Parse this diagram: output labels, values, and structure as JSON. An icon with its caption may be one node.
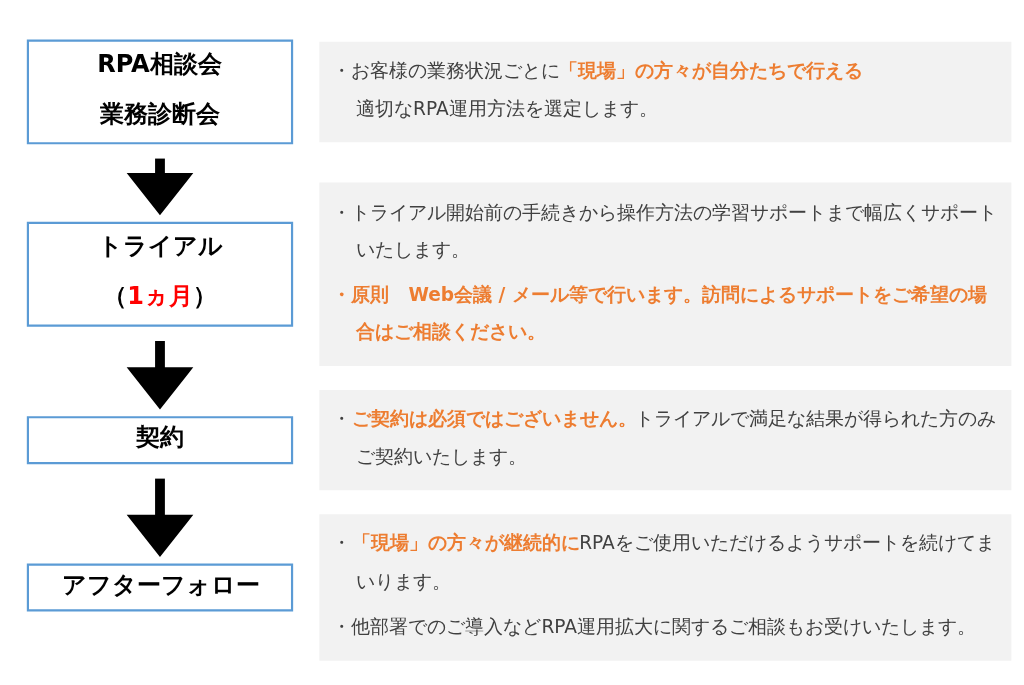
{
  "diagram": {
    "nodes": [
      {
        "text": [
          "RPA相談会",
          "業務診断会"
        ]
      },
      {
        "text": [
          "・お客様の業務状況ごとに**「現場」の方々が自分たちで行える**適切なRPA運用方法を選定します。"
        ]
      },
      {
        "text": [
          "トライアル",
          "（**1ヵ月**）"
        ]
      },
      {
        "text": [
          "・トライアル開始前の手続きから操作方法の学習サポートまで幅広くサポートいたします。",
          "・原則　Web会議 / メール等で行います。訪問によるサポートをご希望の場合はご相談ください。"
        ]
      },
      {
        "text": [
          "契約"
        ]
      },
      {
        "text": [
          "・**ご契約は必須ではございません。**トライアルで満足な結果が得られた方のみご契約いたします。"
        ]
      },
      {
        "text": [
          "アフターフォロー"
        ]
      },
      {
        "text": [
          "・**「現場」の方々が継続的に**RPAをご使用いただけるようサポートを続けてまいります。",
          "・他部署でのご導入などRPA運用拡大に関するご相談もお受けいたします。"
        ]
      }
    ],
    "edges": [
      {
        "from": 0,
        "to": 2,
        "arrow": "to"
      },
      {
        "from": 2,
        "to": 4,
        "arrow": "to"
      },
      {
        "from": 4,
        "to": 6,
        "arrow": "to"
      }
    ]
  }
}
